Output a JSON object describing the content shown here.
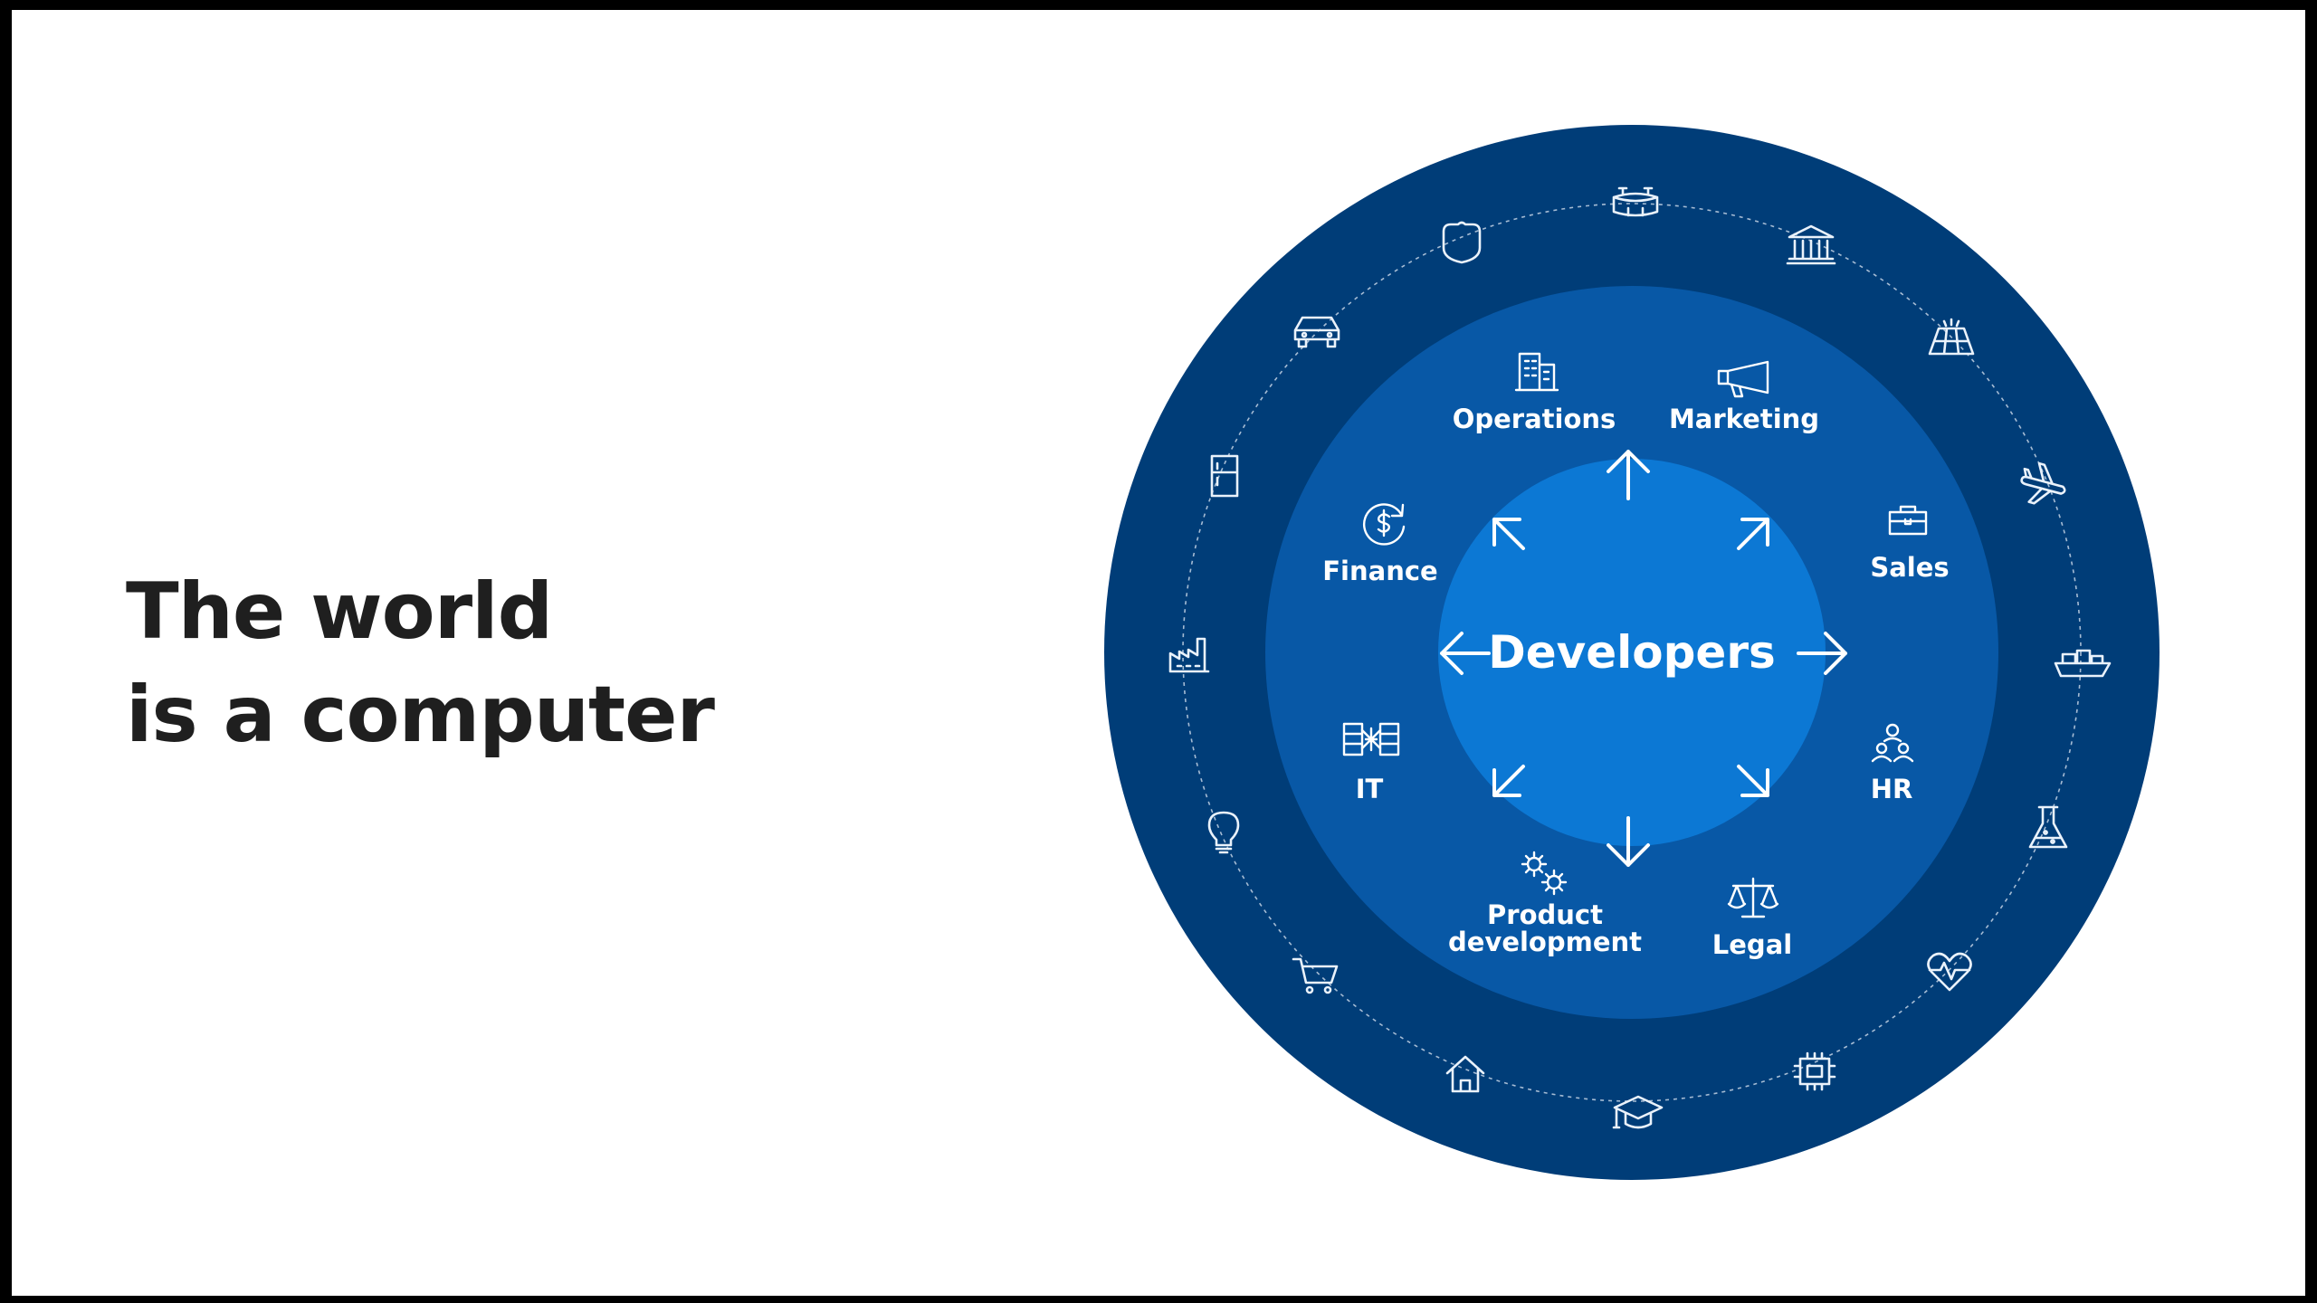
{
  "headline": {
    "line1": "The world",
    "line2": "is a computer"
  },
  "center": {
    "label": "Developers"
  },
  "departments": [
    {
      "label": "Operations",
      "icon": "office-building-icon"
    },
    {
      "label": "Marketing",
      "icon": "megaphone-icon"
    },
    {
      "label": "Sales",
      "icon": "briefcase-icon"
    },
    {
      "label": "HR",
      "icon": "people-org-icon"
    },
    {
      "label": "Legal",
      "icon": "scales-icon"
    },
    {
      "label": "Product",
      "label2": "development",
      "icon": "gears-icon"
    },
    {
      "label": "IT",
      "icon": "server-rack-icon"
    },
    {
      "label": "Finance",
      "icon": "dollar-cycle-icon"
    }
  ],
  "industries": [
    "stadium-icon",
    "bank-icon",
    "solar-panel-icon",
    "airplane-icon",
    "cargo-ship-icon",
    "lab-flask-icon",
    "health-heart-icon",
    "microchip-icon",
    "graduation-cap-icon",
    "home-icon",
    "shopping-cart-icon",
    "lightbulb-icon",
    "factory-icon",
    "refrigerator-icon",
    "car-icon",
    "police-shield-icon"
  ],
  "colors": {
    "outer_ring": "#003d78",
    "middle_ring": "#0858a6",
    "inner_circle": "#0c78d4",
    "text": "#ffffff",
    "headline": "#1f1f1f",
    "background": "#ffffff"
  }
}
